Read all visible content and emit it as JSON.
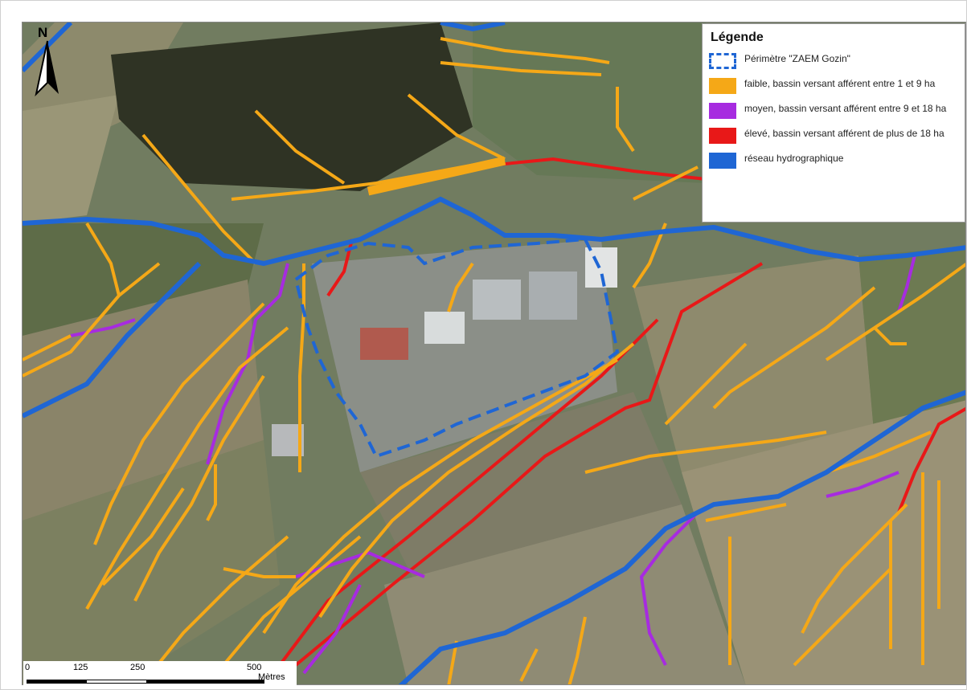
{
  "map": {
    "north_label": "N",
    "legend": {
      "title": "Légende",
      "items": [
        {
          "label": "Périmètre \"ZAEM Gozin\"",
          "color": "#1f66d4",
          "style": "dashed-outline"
        },
        {
          "label": "faible, bassin versant afférent entre 1 et 9 ha",
          "color": "#f5a817",
          "style": "fill"
        },
        {
          "label": "moyen, bassin versant afférent entre 9 et 18 ha",
          "color": "#a72be0",
          "style": "fill"
        },
        {
          "label": "élevé, bassin versant afférent de plus de 18 ha",
          "color": "#e81818",
          "style": "fill"
        },
        {
          "label": "réseau hydrographique",
          "color": "#1f66d4",
          "style": "fill"
        }
      ]
    },
    "scale": {
      "ticks": [
        "0",
        "125",
        "250",
        "500"
      ],
      "unit": "Mètres"
    },
    "colors": {
      "flow_low": "#f5a817",
      "flow_medium": "#a72be0",
      "flow_high": "#e81818",
      "hydro": "#1f66d4"
    }
  }
}
